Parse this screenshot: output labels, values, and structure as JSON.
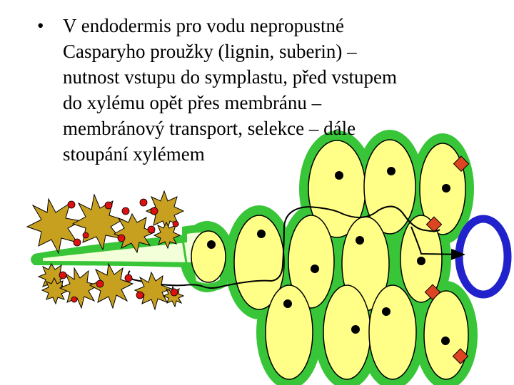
{
  "slide": {
    "bullet_symbol": "•",
    "bullet_lines": [
      "V endodermis pro vodu nepropustné",
      "Casparyho proužky (lignin, suberin) –",
      "nutnost vstupu do symplastu, před vstupem",
      "do xylému opět přes membránu –",
      "membránový transport, selekce – dále",
      "stoupání xylémem"
    ]
  },
  "colors": {
    "cell_wall": "#38c538",
    "cytoplasm": "#ffff88",
    "nucleus": "#000000",
    "vessel": "#2222cc",
    "soil_particle": "#c8a020",
    "water_droplet": "#dd1111",
    "casparian_marker": "#dd4422",
    "root_hair": "#38c538",
    "path_line": "#000000"
  },
  "icons": {
    "path_arrow": "arrowhead"
  }
}
